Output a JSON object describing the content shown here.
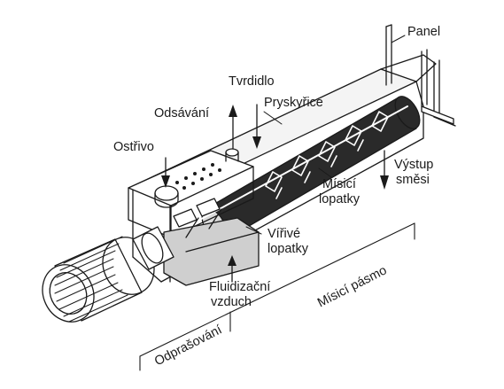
{
  "labels": {
    "panel": "Panel",
    "tvrdidlo": "Tvrdidlo",
    "odsavani": "Odsávání",
    "pryskyrice": "Pryskyřice",
    "ostrivo": "Ostřivo",
    "vystup_line1": "Výstup",
    "vystup_line2": "směsi",
    "misici_lopatky_line1": "Mísicí",
    "misici_lopatky_line2": "lopatky",
    "virive_lopatky_line1": "Vířivé",
    "virive_lopatky_line2": "lopatky",
    "fluidizacni_line1": "Fluidizační",
    "fluidizacni_line2": "vzduch",
    "misici_pasmo": "Mísicí pásmo",
    "odprasovani": "Odprašování"
  }
}
